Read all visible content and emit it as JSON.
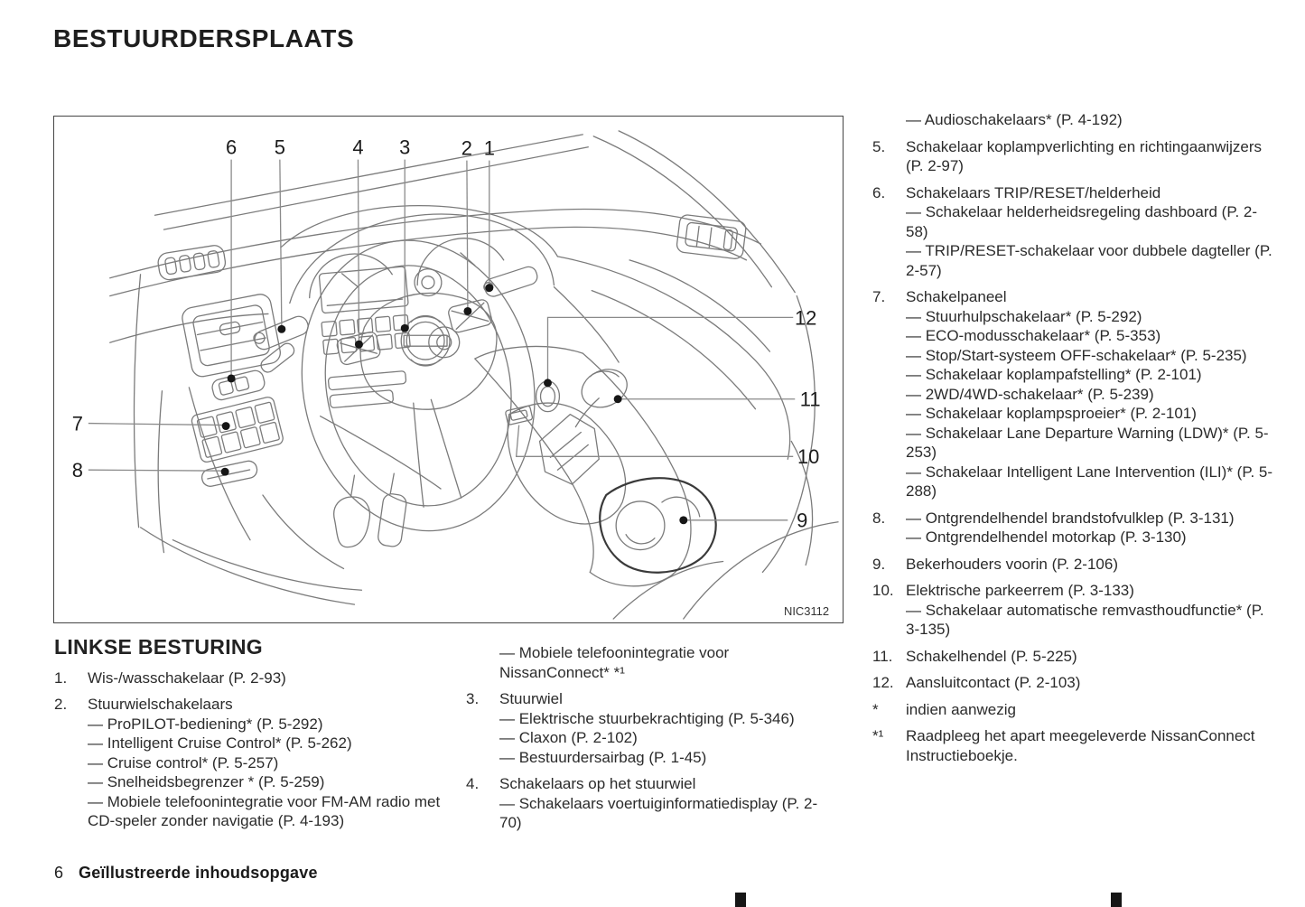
{
  "page": {
    "title": "BESTUURDERSPLAATS",
    "footer": {
      "page_number": "6",
      "section_title": "Geïllustreerde inhoudsopgave"
    }
  },
  "colors": {
    "text_ink": "#2b2b2b",
    "line_art": "#7b7b7b",
    "callout_ink": "#1b1b1b",
    "edge_mark": "#161616"
  },
  "figure": {
    "code": "NIC3112",
    "callout_labels": [
      "1",
      "2",
      "3",
      "4",
      "5",
      "6",
      "7",
      "8",
      "9",
      "10",
      "11",
      "12"
    ]
  },
  "left": {
    "heading": "LINKSE BESTURING",
    "entries": [
      {
        "num": "1.",
        "lines": [
          "Wis-/wasschakelaar (P. 2-93)"
        ]
      },
      {
        "num": "2.",
        "lines": [
          "Stuurwielschakelaars",
          "— ProPILOT-bediening* (P. 5-292)",
          "— Intelligent Cruise Control* (P. 5-262)",
          "— Cruise control* (P. 5-257)",
          "— Snelheidsbegrenzer * (P. 5-259)",
          "— Mobiele telefoonintegratie voor FM-AM radio met CD-speler zonder navigatie (P. 4-193)"
        ]
      }
    ]
  },
  "middle": {
    "entries": [
      {
        "num": "",
        "lines": [
          "— Mobiele telefoonintegratie voor NissanConnect* *¹"
        ]
      },
      {
        "num": "3.",
        "lines": [
          "Stuurwiel",
          "— Elektrische stuurbekrachtiging (P. 5-346)",
          "— Claxon (P. 2-102)",
          "— Bestuurdersairbag (P. 1-45)"
        ]
      },
      {
        "num": "4.",
        "lines": [
          "Schakelaars op het stuurwiel",
          "— Schakelaars voertuiginformatiedisplay (P. 2-70)"
        ]
      }
    ]
  },
  "right": {
    "entries": [
      {
        "num": "",
        "lines": [
          "— Audioschakelaars* (P. 4-192)"
        ]
      },
      {
        "num": "5.",
        "lines": [
          "Schakelaar koplampverlichting en richtingaanwijzers (P. 2-97)"
        ]
      },
      {
        "num": "6.",
        "lines": [
          "Schakelaars TRIP/RESET/helderheid",
          "— Schakelaar helderheidsregeling dashboard (P. 2-58)",
          "— TRIP/RESET-schakelaar voor dubbele dagteller (P. 2-57)"
        ]
      },
      {
        "num": "7.",
        "lines": [
          "Schakelpaneel",
          "— Stuurhulpschakelaar* (P. 5-292)",
          "— ECO-modusschakelaar* (P. 5-353)",
          "— Stop/Start-systeem OFF-schakelaar* (P. 5-235)",
          "— Schakelaar koplampafstelling* (P. 2-101)",
          "— 2WD/4WD-schakelaar* (P. 5-239)",
          "— Schakelaar koplampsproeier* (P. 2-101)",
          "— Schakelaar Lane Departure Warning (LDW)* (P. 5-253)",
          "— Schakelaar Intelligent Lane Intervention (ILI)* (P. 5-288)"
        ]
      },
      {
        "num": "8.",
        "lines": [
          "— Ontgrendelhendel brandstofvulklep (P. 3-131)",
          "— Ontgrendelhendel motorkap (P. 3-130)"
        ]
      },
      {
        "num": "9.",
        "lines": [
          "Bekerhouders voorin (P. 2-106)"
        ]
      },
      {
        "num": "10.",
        "lines": [
          "Elektrische parkeerrem (P. 3-133)",
          "— Schakelaar automatische remvasthoudfunctie* (P. 3-135)"
        ]
      },
      {
        "num": "11.",
        "lines": [
          "Schakelhendel (P. 5-225)"
        ]
      },
      {
        "num": "12.",
        "lines": [
          "Aansluitcontact (P. 2-103)"
        ]
      },
      {
        "num": "*",
        "lines": [
          "indien aanwezig"
        ]
      },
      {
        "num": "*¹",
        "lines": [
          "Raadpleeg het apart meegeleverde NissanConnect Instructieboekje."
        ]
      }
    ]
  }
}
